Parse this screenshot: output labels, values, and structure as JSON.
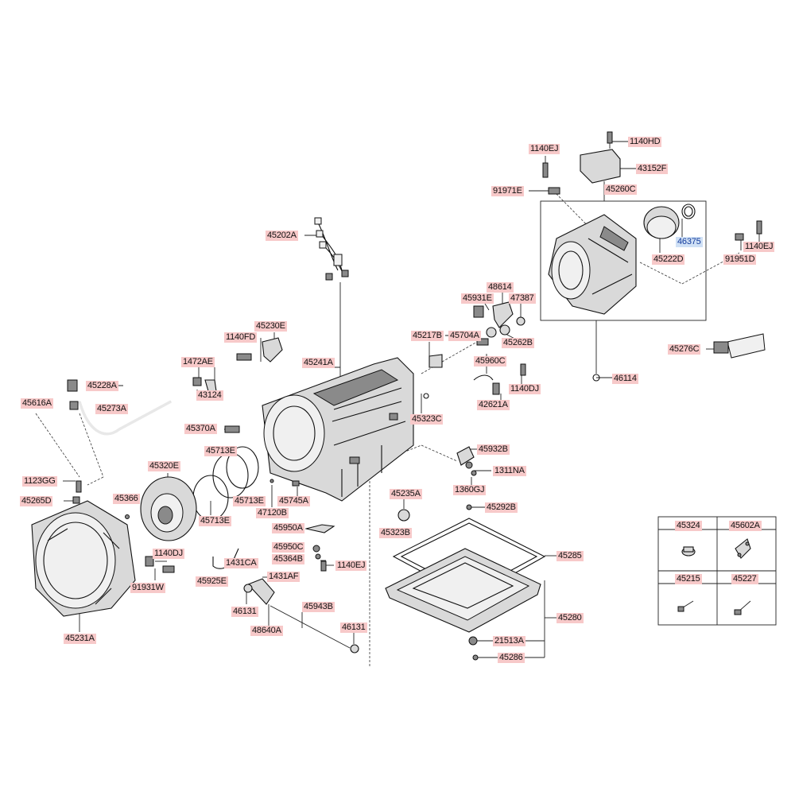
{
  "parts": {
    "p1140HD": "1140HD",
    "p1140EJ_top": "1140EJ",
    "p43152F": "43152F",
    "p91971E": "91971E",
    "p45260C": "45260C",
    "p46375": "46375",
    "p1140EJ_right": "1140EJ",
    "p45222D": "45222D",
    "p91951D": "91951D",
    "p45202A": "45202A",
    "p48614": "48614",
    "p45931E": "45931E",
    "p47387": "47387",
    "p45230E": "45230E",
    "p1140FD": "1140FD",
    "p45217B": "45217B",
    "p45704A": "45704A",
    "p45262B": "45262B",
    "p45276C": "45276C",
    "p1472AE": "1472AE",
    "p45241A": "45241A",
    "p45960C": "45960C",
    "p46114": "46114",
    "p45228A": "45228A",
    "p43124": "43124",
    "p1140DJ_mid": "1140DJ",
    "p45616A": "45616A",
    "p45273A": "45273A",
    "p42621A": "42621A",
    "p45323C": "45323C",
    "p45370A": "45370A",
    "p45713E_a": "45713E",
    "p45320E": "45320E",
    "p45932B": "45932B",
    "p1311NA": "1311NA",
    "p1123GG": "1123GG",
    "p1360GJ": "1360GJ",
    "p45366": "45366",
    "p45713E_b": "45713E",
    "p45745A": "45745A",
    "p45265D": "45265D",
    "p47120B": "47120B",
    "p45235A": "45235A",
    "p45292B": "45292B",
    "p45713E_c": "45713E",
    "p45950A": "45950A",
    "p45323B": "45323B",
    "p45950C": "45950C",
    "p1140DJ_left": "1140DJ",
    "p45364B": "45364B",
    "p1140EJ_low": "1140EJ",
    "p45285": "45285",
    "p1431CA": "1431CA",
    "p1431AF": "1431AF",
    "p45925E": "45925E",
    "p91931W": "91931W",
    "p46131_a": "46131",
    "p45943B": "45943B",
    "p45280": "45280",
    "p48640A": "48640A",
    "p46131_b": "46131",
    "p21513A": "21513A",
    "p45231A": "45231A",
    "p45286": "45286"
  },
  "inset": {
    "cells": [
      "45324",
      "45602A",
      "45215",
      "45227"
    ]
  },
  "icons": {
    "screw": "screw-icon",
    "plug": "plug-icon",
    "bracket": "bracket-icon",
    "bolt": "bolt-icon"
  }
}
